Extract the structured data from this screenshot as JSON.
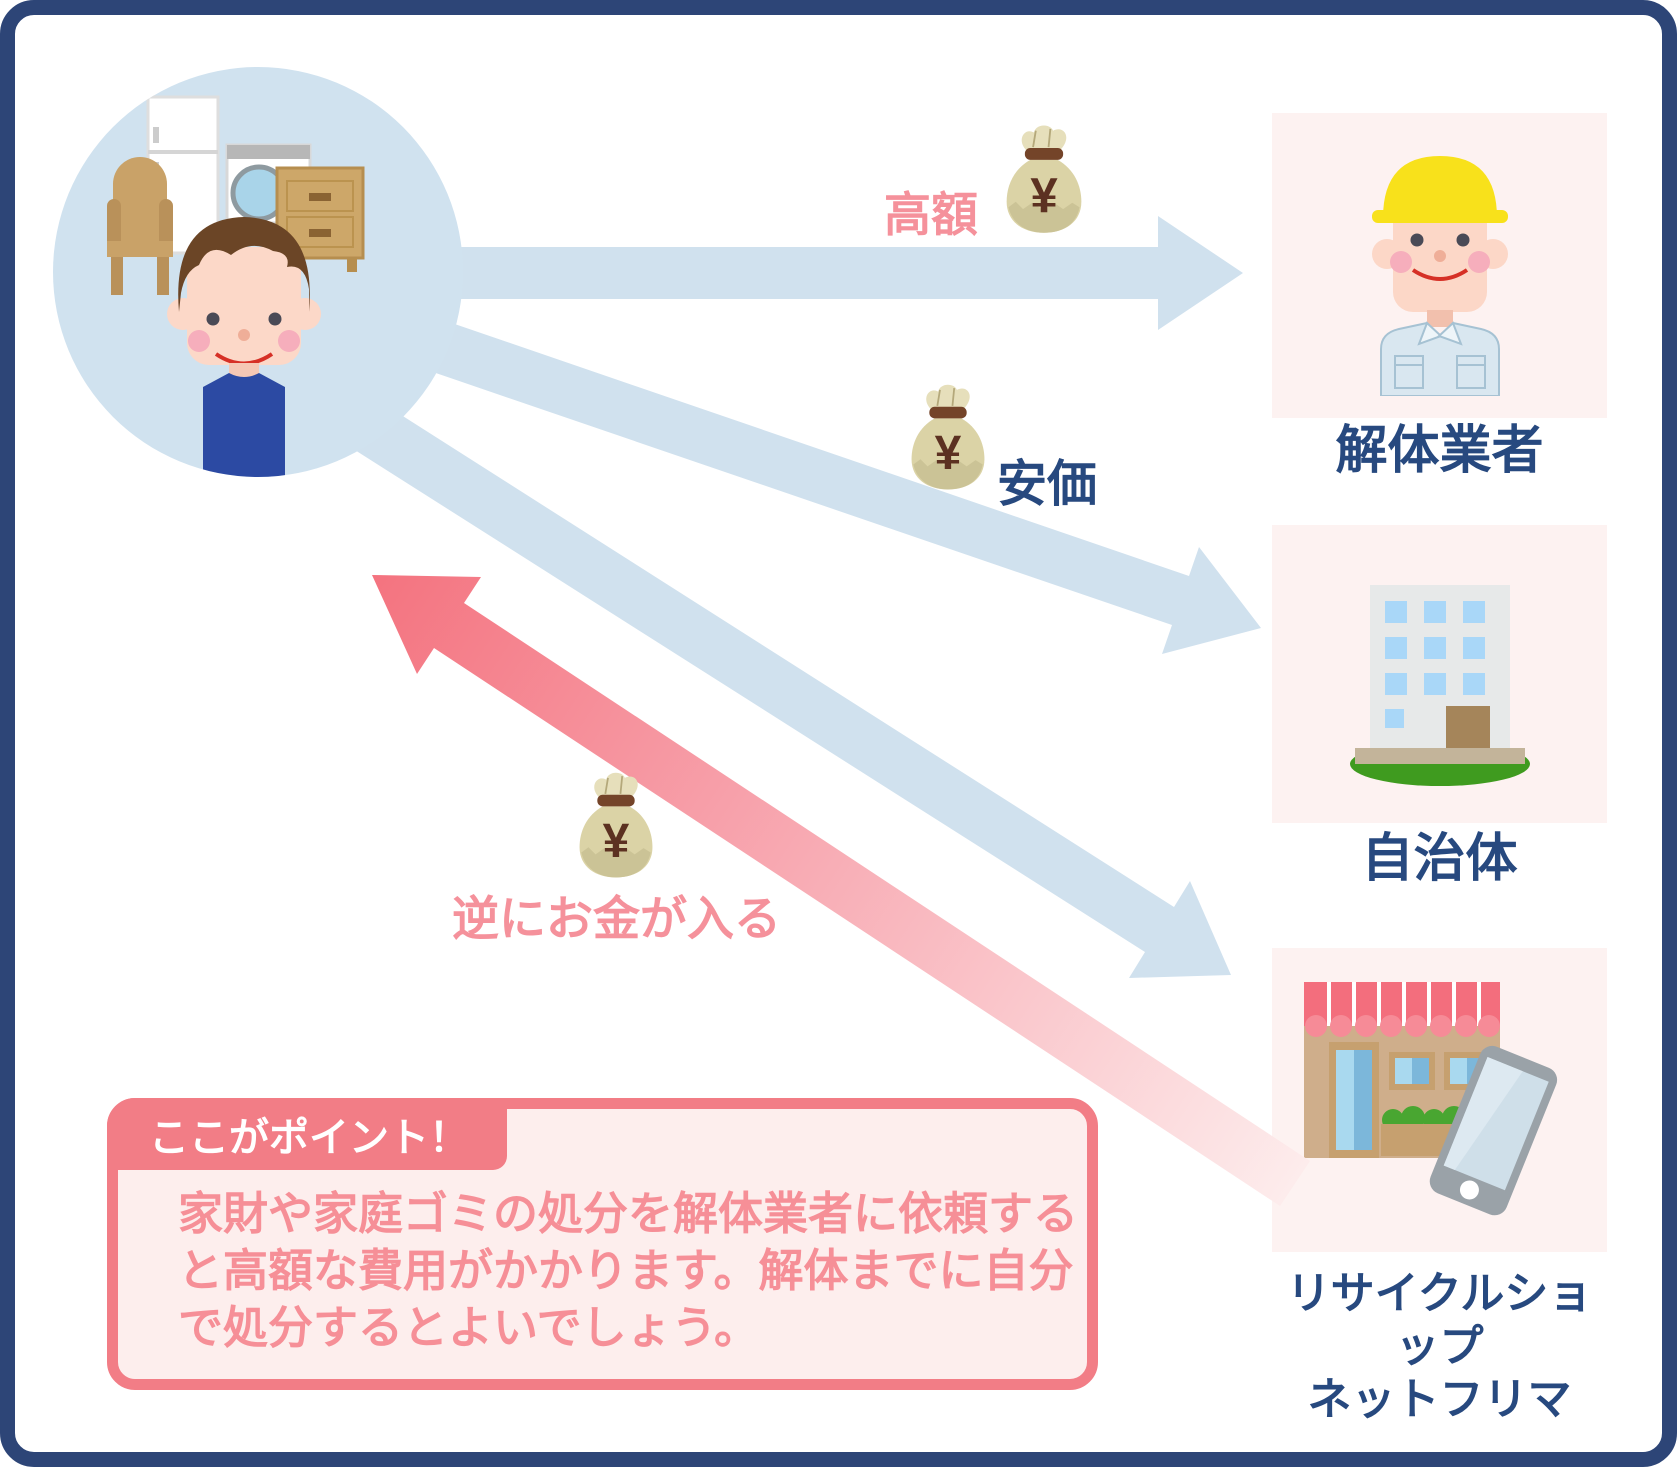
{
  "frame": {
    "border_color": "#2d4577",
    "background": "#ffffff"
  },
  "palette": {
    "navy_text": "#27497f",
    "pink_text": "#f5919b",
    "arrow_blue": "#d0e1ee",
    "arrow_pink_head": "#f4737f",
    "panel_bg": "#fdf2f1",
    "point_accent": "#f27d86",
    "point_bg": "#fdeeed",
    "point_text_color": "#f68f97"
  },
  "icons": {
    "source": "person-with-household-furniture-icon",
    "destination_1": "construction-worker-icon",
    "destination_2": "government-building-icon",
    "destination_3": "recycle-shop-smartphone-icon",
    "money": "money-bag-icon"
  },
  "money_bag": {
    "symbol": "¥"
  },
  "flows": [
    {
      "fee": "高額"
    },
    {
      "fee": "安価"
    },
    {
      "fee": "逆にお金が入る"
    }
  ],
  "destinations": [
    {
      "label": "解体業者"
    },
    {
      "label": "自治体"
    },
    {
      "label": "リサイクルショップ",
      "label2": "ネットフリマ"
    }
  ],
  "point_box": {
    "header": "ここがポイント！",
    "lines": [
      "家財や家庭ゴミの処分を解体業者に依頼する",
      "と高額な費用がかかります。解体までに自分",
      "で処分するとよいでしょう。"
    ]
  }
}
